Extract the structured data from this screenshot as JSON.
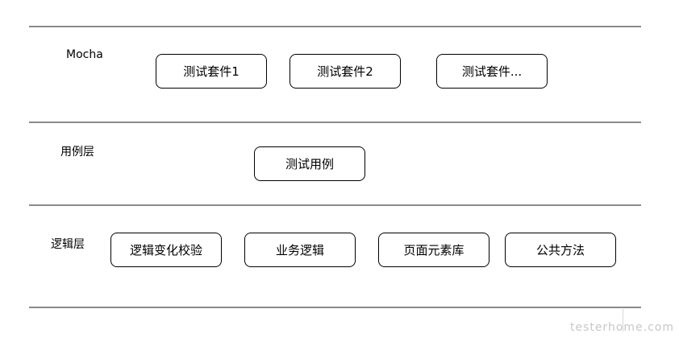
{
  "layers": {
    "mocha": {
      "label": "Mocha",
      "nodes": [
        "测试套件1",
        "测试套件2",
        "测试套件..."
      ]
    },
    "case": {
      "label": "用例层",
      "nodes": [
        "测试用例"
      ]
    },
    "logic": {
      "label": "逻辑层",
      "nodes": [
        "逻辑变化校验",
        "业务逻辑",
        "页面元素库",
        "公共方法"
      ]
    }
  },
  "watermark": "testerhome.com",
  "colors": {
    "divider": "#8a8a8a",
    "node_border": "#000000",
    "text": "#000000",
    "watermark": "#c8c8c8"
  }
}
